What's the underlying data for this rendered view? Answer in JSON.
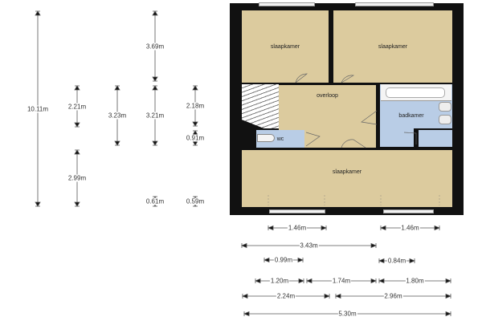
{
  "rooms": {
    "bedroom_top_left": "slaapkamer",
    "bedroom_top_right": "slaapkamer",
    "landing": "overloop",
    "bathroom": "badkamer",
    "toilet": "wc",
    "bedroom_bottom": "slaapkamer"
  },
  "colors": {
    "wall": "#111111",
    "floor": "#dccb9e",
    "wet_room": "#b9cde6"
  },
  "vertical_dimensions": [
    {
      "id": "v1",
      "label": "10.11m"
    },
    {
      "id": "v2",
      "label": "2.21m"
    },
    {
      "id": "v3",
      "label": "2.99m"
    },
    {
      "id": "v4",
      "label": "3.23m"
    },
    {
      "id": "v5",
      "label": "3.69m"
    },
    {
      "id": "v6",
      "label": "3.21m"
    },
    {
      "id": "v7",
      "label": "0.61m"
    },
    {
      "id": "v8",
      "label": "2.18m"
    },
    {
      "id": "v9",
      "label": "0.91m"
    },
    {
      "id": "v10",
      "label": "0.59m"
    }
  ],
  "horizontal_dimensions": [
    {
      "id": "h1",
      "label": "1.46m"
    },
    {
      "id": "h2",
      "label": "1.46m"
    },
    {
      "id": "h3",
      "label": "3.43m"
    },
    {
      "id": "h4",
      "label": "0.99m"
    },
    {
      "id": "h5",
      "label": "0.84m"
    },
    {
      "id": "h6",
      "label": "1.20m"
    },
    {
      "id": "h7",
      "label": "1.74m"
    },
    {
      "id": "h8",
      "label": "1.80m"
    },
    {
      "id": "h9",
      "label": "2.24m"
    },
    {
      "id": "h10",
      "label": "2.96m"
    },
    {
      "id": "h11",
      "label": "5.30m"
    }
  ]
}
